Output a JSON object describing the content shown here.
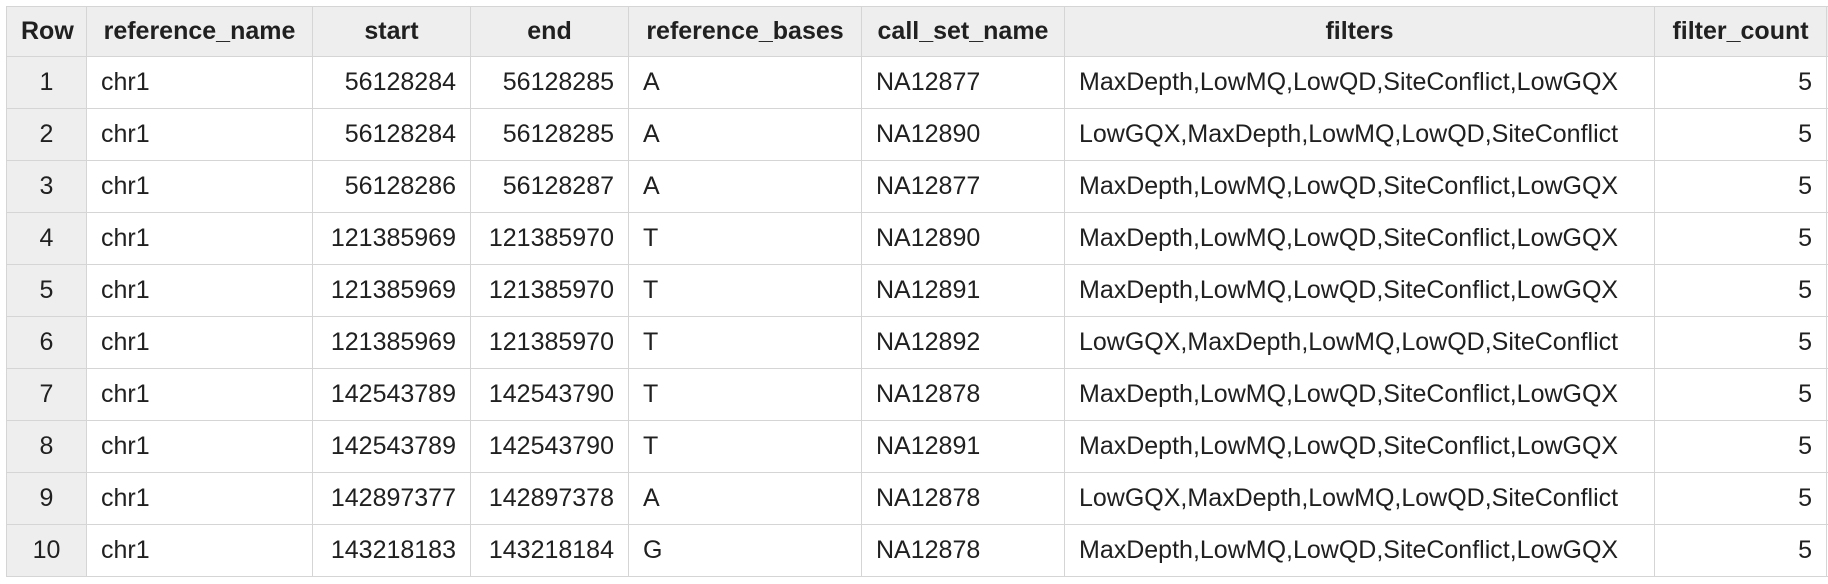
{
  "columns": [
    "Row",
    "reference_name",
    "start",
    "end",
    "reference_bases",
    "call_set_name",
    "filters",
    "filter_count"
  ],
  "rows": [
    {
      "row": "1",
      "reference_name": "chr1",
      "start": "56128284",
      "end": "56128285",
      "reference_bases": "A",
      "call_set_name": "NA12877",
      "filters": "MaxDepth,LowMQ,LowQD,SiteConflict,LowGQX",
      "filter_count": "5"
    },
    {
      "row": "2",
      "reference_name": "chr1",
      "start": "56128284",
      "end": "56128285",
      "reference_bases": "A",
      "call_set_name": "NA12890",
      "filters": "LowGQX,MaxDepth,LowMQ,LowQD,SiteConflict",
      "filter_count": "5"
    },
    {
      "row": "3",
      "reference_name": "chr1",
      "start": "56128286",
      "end": "56128287",
      "reference_bases": "A",
      "call_set_name": "NA12877",
      "filters": "MaxDepth,LowMQ,LowQD,SiteConflict,LowGQX",
      "filter_count": "5"
    },
    {
      "row": "4",
      "reference_name": "chr1",
      "start": "121385969",
      "end": "121385970",
      "reference_bases": "T",
      "call_set_name": "NA12890",
      "filters": "MaxDepth,LowMQ,LowQD,SiteConflict,LowGQX",
      "filter_count": "5"
    },
    {
      "row": "5",
      "reference_name": "chr1",
      "start": "121385969",
      "end": "121385970",
      "reference_bases": "T",
      "call_set_name": "NA12891",
      "filters": "MaxDepth,LowMQ,LowQD,SiteConflict,LowGQX",
      "filter_count": "5"
    },
    {
      "row": "6",
      "reference_name": "chr1",
      "start": "121385969",
      "end": "121385970",
      "reference_bases": "T",
      "call_set_name": "NA12892",
      "filters": "LowGQX,MaxDepth,LowMQ,LowQD,SiteConflict",
      "filter_count": "5"
    },
    {
      "row": "7",
      "reference_name": "chr1",
      "start": "142543789",
      "end": "142543790",
      "reference_bases": "T",
      "call_set_name": "NA12878",
      "filters": "MaxDepth,LowMQ,LowQD,SiteConflict,LowGQX",
      "filter_count": "5"
    },
    {
      "row": "8",
      "reference_name": "chr1",
      "start": "142543789",
      "end": "142543790",
      "reference_bases": "T",
      "call_set_name": "NA12891",
      "filters": "MaxDepth,LowMQ,LowQD,SiteConflict,LowGQX",
      "filter_count": "5"
    },
    {
      "row": "9",
      "reference_name": "chr1",
      "start": "142897377",
      "end": "142897378",
      "reference_bases": "A",
      "call_set_name": "NA12878",
      "filters": "LowGQX,MaxDepth,LowMQ,LowQD,SiteConflict",
      "filter_count": "5"
    },
    {
      "row": "10",
      "reference_name": "chr1",
      "start": "143218183",
      "end": "143218184",
      "reference_bases": "G",
      "call_set_name": "NA12878",
      "filters": "MaxDepth,LowMQ,LowQD,SiteConflict,LowGQX",
      "filter_count": "5"
    }
  ],
  "colors": {
    "header_bg": "#eeeeee",
    "rownum_bg": "#eeeeee",
    "border": "#d5d5d5",
    "text": "#202020"
  }
}
